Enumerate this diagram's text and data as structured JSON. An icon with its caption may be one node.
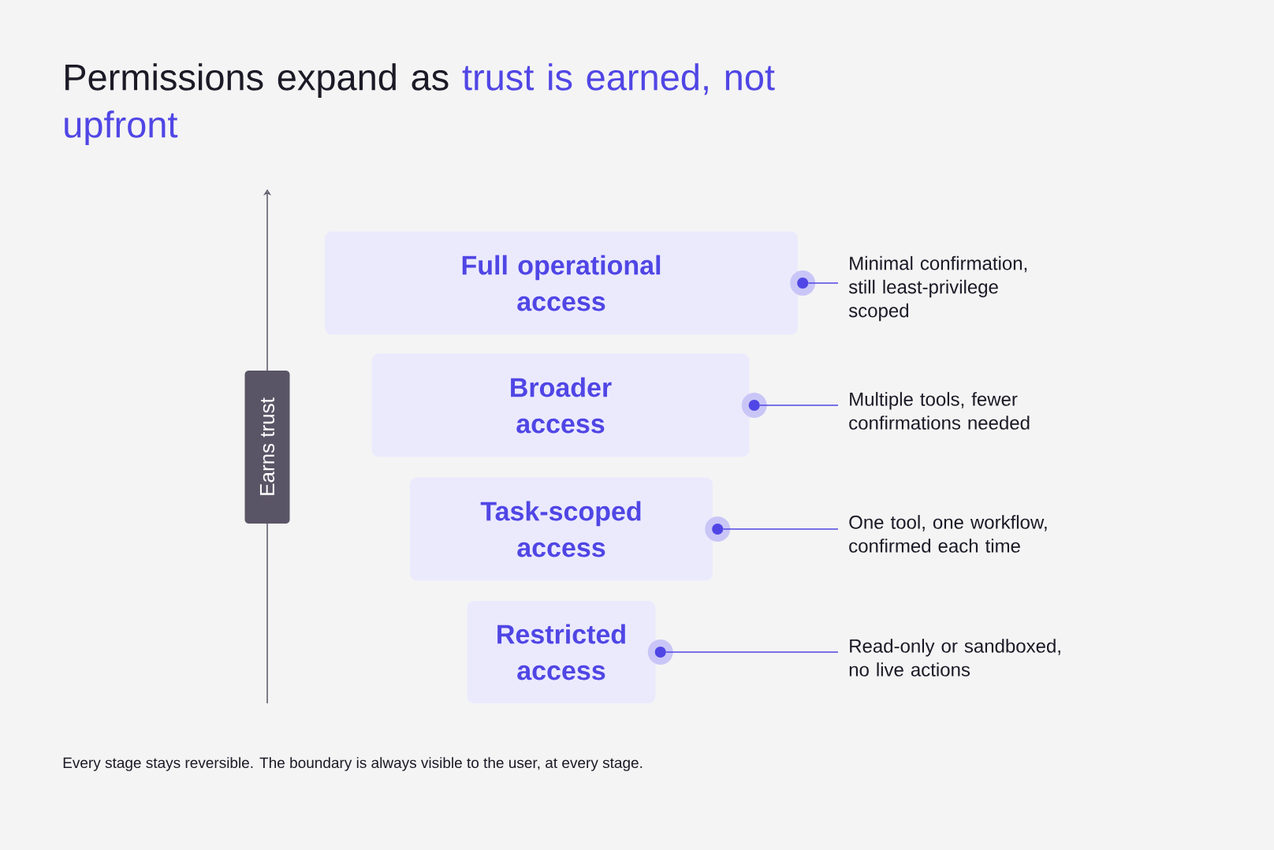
{
  "diagram": {
    "title": "Permissions expand as **trust is earned, not upfront**",
    "caption": "Every stage stays reversible. The boundary is always visible to the user, at every stage.",
    "nodes": [
      {
        "text": [
          "Full operational access"
        ]
      },
      {
        "text": [
          "Minimal confirmation, still least-privilege scoped"
        ]
      },
      {
        "text": [
          "Broader access"
        ]
      },
      {
        "text": [
          "Multiple tools, fewer confirmations needed"
        ]
      },
      {
        "text": [
          "Task-scoped access"
        ]
      },
      {
        "text": [
          "One tool, one workflow, confirmed each time"
        ]
      },
      {
        "text": [
          "Restricted access"
        ]
      },
      {
        "text": [
          "Read-only or sandboxed, no live actions"
        ]
      }
    ],
    "edges": [
      {
        "from": 0,
        "to": 1,
        "arrow": "other"
      },
      {
        "from": 2,
        "to": 3,
        "arrow": "other"
      },
      {
        "from": 4,
        "to": 5,
        "arrow": "other"
      },
      {
        "from": 6,
        "to": 7,
        "arrow": "other"
      }
    ],
    "labels": [
      "Earns trust"
    ]
  }
}
